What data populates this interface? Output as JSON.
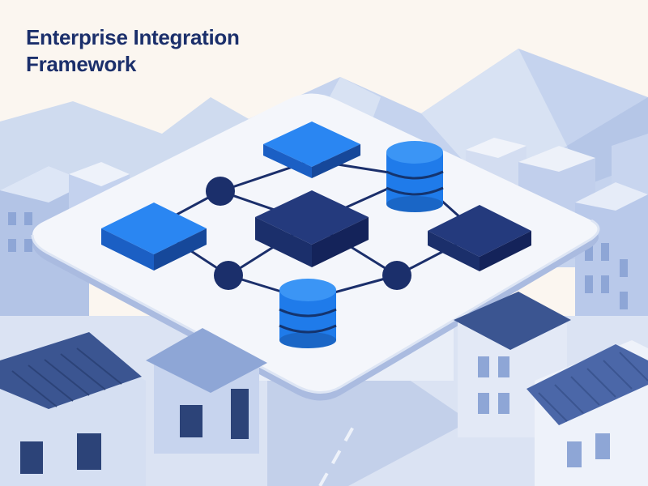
{
  "title": {
    "line1": "Enterprise Integration",
    "line2": "Framework"
  },
  "colors": {
    "background": "#fbf6f0",
    "title": "#1b2f6b",
    "accent_blue": "#1f7bea",
    "navy": "#1b2f6b",
    "platform": "#f4f6fb",
    "city_light": "#c9d5ec",
    "city_mid": "#a8bbe0",
    "roof": "#3b5591"
  },
  "diagram_nodes": [
    {
      "kind": "block",
      "color": "accent_blue",
      "icon": "server-block-icon"
    },
    {
      "kind": "block",
      "color": "accent_blue",
      "icon": "server-block-icon"
    },
    {
      "kind": "block",
      "color": "navy",
      "icon": "hub-block-icon"
    },
    {
      "kind": "block",
      "color": "navy",
      "icon": "server-block-icon"
    },
    {
      "kind": "database",
      "color": "accent_blue",
      "icon": "database-icon"
    },
    {
      "kind": "database",
      "color": "accent_blue",
      "icon": "database-icon"
    },
    {
      "kind": "connector",
      "color": "navy",
      "icon": "node-dot-icon"
    },
    {
      "kind": "connector",
      "color": "navy",
      "icon": "node-dot-icon"
    },
    {
      "kind": "connector",
      "color": "navy",
      "icon": "node-dot-icon"
    }
  ]
}
